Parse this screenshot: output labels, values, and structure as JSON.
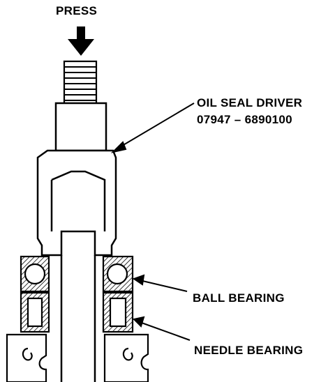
{
  "labels": {
    "press": "PRESS",
    "driver_name": "OIL SEAL DRIVER",
    "driver_part": "07947 – 6890100",
    "ball_bearing": "BALL BEARING",
    "needle_bearing": "NEEDLE BEARING"
  }
}
